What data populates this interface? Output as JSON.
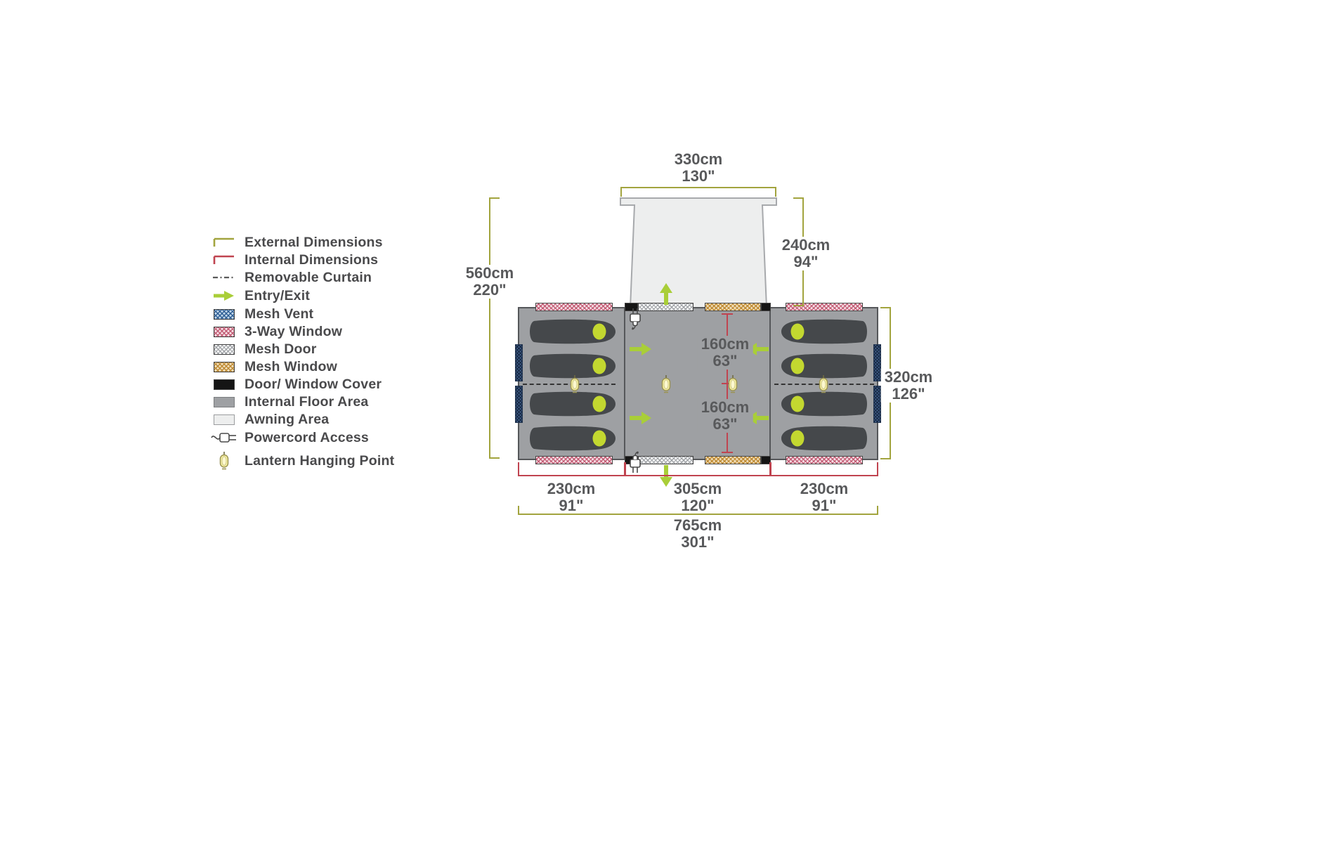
{
  "legend": {
    "items": [
      {
        "label": "External Dimensions",
        "icon": "external-dimensions-icon"
      },
      {
        "label": "Internal Dimensions",
        "icon": "internal-dimensions-icon"
      },
      {
        "label": "Removable Curtain",
        "icon": "removable-curtain-icon"
      },
      {
        "label": "Entry/Exit",
        "icon": "entry-exit-arrow-icon"
      },
      {
        "label": "Mesh Vent",
        "icon": "mesh-vent-swatch"
      },
      {
        "label": "3-Way Window",
        "icon": "three-way-window-swatch"
      },
      {
        "label": "Mesh Door",
        "icon": "mesh-door-swatch"
      },
      {
        "label": "Mesh Window",
        "icon": "mesh-window-swatch"
      },
      {
        "label": "Door/ Window Cover",
        "icon": "door-window-cover-swatch"
      },
      {
        "label": "Internal Floor Area",
        "icon": "internal-floor-swatch"
      },
      {
        "label": "Awning Area",
        "icon": "awning-area-swatch"
      },
      {
        "label": "Powercord Access",
        "icon": "powercord-icon"
      },
      {
        "label": "Lantern Hanging Point",
        "icon": "lantern-icon"
      }
    ]
  },
  "dimensions": {
    "top_width": {
      "cm": "330cm",
      "in": "130\""
    },
    "awning_depth": {
      "cm": "240cm",
      "in": "94\""
    },
    "overall_depth": {
      "cm": "560cm",
      "in": "220\""
    },
    "tent_depth": {
      "cm": "320cm",
      "in": "126\""
    },
    "internal_upper": {
      "cm": "160cm",
      "in": "63\""
    },
    "internal_lower": {
      "cm": "160cm",
      "in": "63\""
    },
    "left_width": {
      "cm": "230cm",
      "in": "91\""
    },
    "center_width": {
      "cm": "305cm",
      "in": "120\""
    },
    "right_width": {
      "cm": "230cm",
      "in": "91\""
    },
    "overall_width": {
      "cm": "765cm",
      "in": "301\""
    }
  },
  "colors": {
    "external_dimension": "#A2A43E",
    "internal_dimension": "#C04450",
    "entry_exit": "#A9CE38",
    "floor": "#9EA0A3",
    "awning": "#EDEEEE",
    "sleeping_bag": "#45484B",
    "pillow": "#C3D830"
  }
}
